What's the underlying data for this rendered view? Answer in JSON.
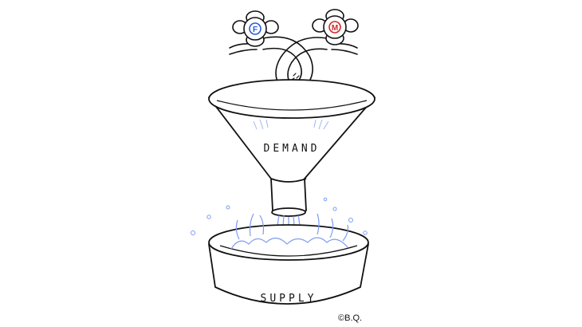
{
  "labels": {
    "funnel": "DEMAND",
    "bowl": "SUPPLY",
    "signature": "©B.Q."
  },
  "taps": [
    {
      "name": "left-tap",
      "letter": "F",
      "color": "#2a5bd7"
    },
    {
      "name": "right-tap",
      "letter": "M",
      "color": "#d02a2a"
    }
  ],
  "colors": {
    "ink": "#111111",
    "water": "#7f9cf0",
    "water_light": "#c9d6fb",
    "background": "#ffffff"
  }
}
